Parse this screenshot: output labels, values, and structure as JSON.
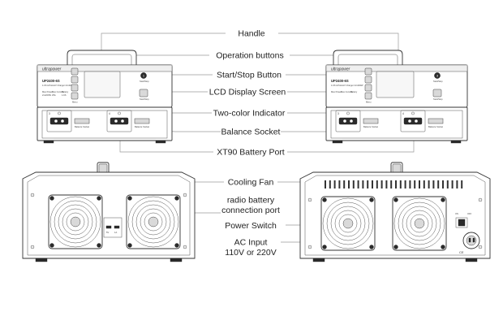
{
  "labels": {
    "handle": "Handle",
    "operation_buttons": "Operation buttons",
    "start_stop_button": "Start/Stop Button",
    "lcd_screen": "LCD Display Screen",
    "two_color_indicator": "Two-color Indicator",
    "balance_socket": "Balance Socket",
    "xt90_port": "XT90 Battery Port",
    "cooling_fan": "Cooling Fan",
    "radio_port_line1": "radio battery",
    "radio_port_line2": "connection port",
    "power_switch": "Power Switch",
    "ac_input_line1": "AC Input",
    "ac_input_line2": "110V or 220V"
  },
  "device": {
    "brand": "ultrapower",
    "model": "UP2400-6S",
    "subtitle": "1-6S LiPo/LiHV Charger 2x1200W",
    "panel_text_1": "Max Power",
    "panel_text_2": "Max Current",
    "panel_text_3": "Battery",
    "panel_val_1": "2x1200W",
    "panel_val_2": "25A",
    "panel_val_3": "1-6S",
    "badge_left": "1",
    "badge_right": "3",
    "start_stop_label": "Start/Stop",
    "menu_label": "Menu",
    "balance_socket_label": "Balance Socket",
    "port_num_a": "3",
    "port_num_b": "4",
    "rear_port_a": "5V",
    "rear_port_b": "1A",
    "switch_on": "ON",
    "switch_off": "OFF",
    "certification": "CE"
  }
}
